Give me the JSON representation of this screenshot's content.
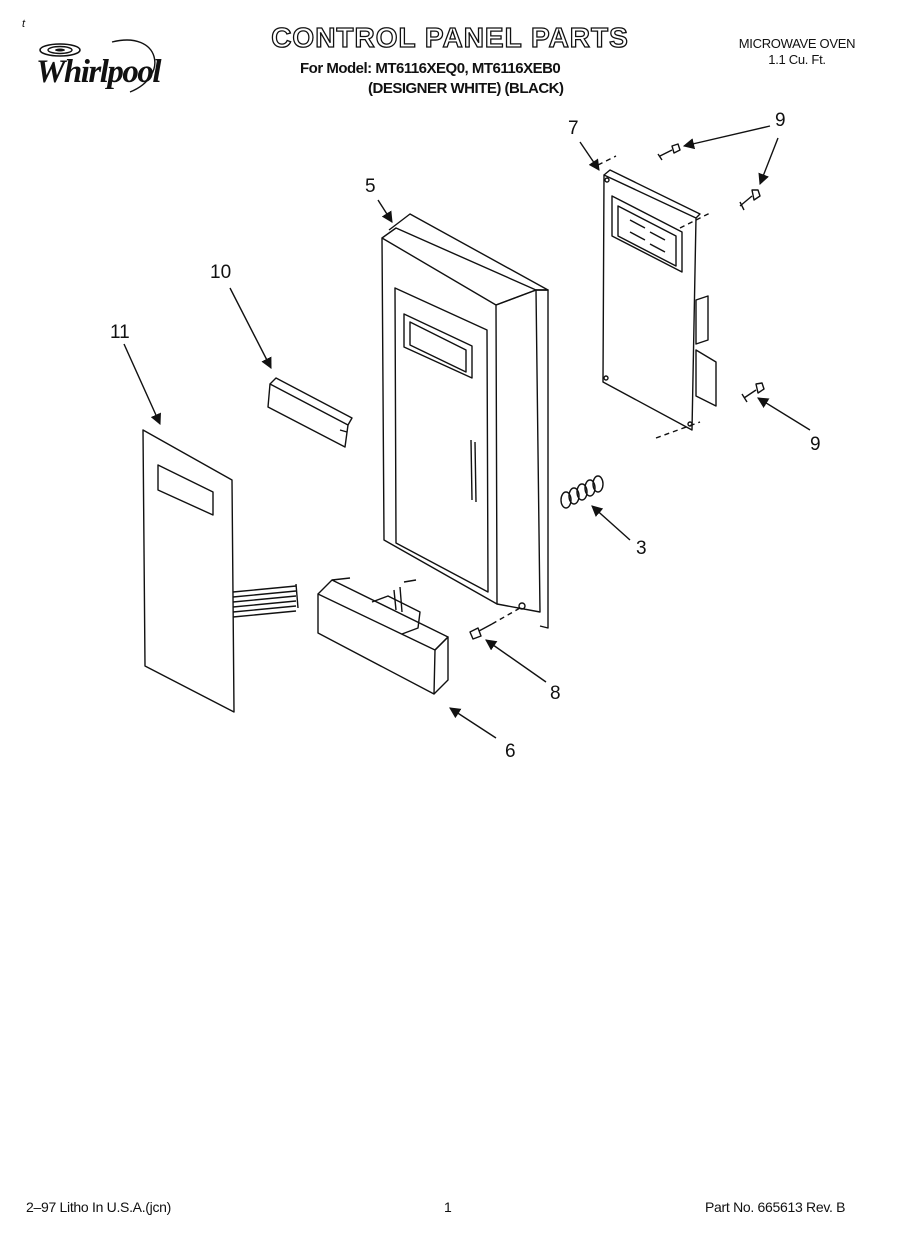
{
  "header": {
    "brand": "Whirlpool",
    "title": "CONTROL PANEL PARTS",
    "model_line": "For Model: MT6116XEQ0, MT6116XEB0",
    "variant_line": "(DESIGNER WHITE) (BLACK)",
    "product_type": "MICROWAVE OVEN",
    "capacity": "1.1 Cu. Ft."
  },
  "margin_mark": "t",
  "callouts": {
    "c3": "3",
    "c5": "5",
    "c6": "6",
    "c7": "7",
    "c8": "8",
    "c9a": "9",
    "c9b": "9",
    "c10": "10",
    "c11": "11"
  },
  "footer": {
    "litho": "2–97 Litho In U.S.A.(jcn)",
    "page": "1",
    "part_no": "Part No. 665613 Rev. B"
  }
}
